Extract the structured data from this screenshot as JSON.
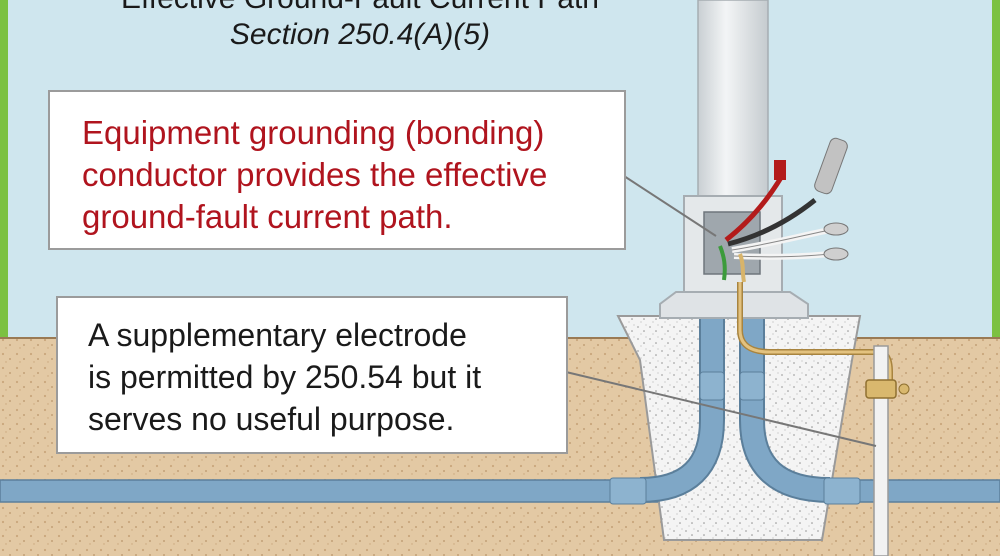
{
  "title": {
    "main": "Effective Ground-Fault Current Path",
    "section": "Section 250.4(A)(5)"
  },
  "callouts": {
    "egc": {
      "lines": [
        "Equipment grounding (bonding)",
        "conductor provides the effective",
        "ground-fault current path."
      ],
      "color": "#b0141e"
    },
    "electrode": {
      "lines": [
        "A supplementary electrode",
        "is permitted by 250.54 but it",
        "serves no useful purpose."
      ],
      "color": "#1a1a1a"
    }
  },
  "colors": {
    "sky": "#cfe6ee",
    "soil": "#e3c9a4",
    "concrete": "#f2f2f2",
    "conduit": "#7fa7c6",
    "pole": "#e9ecee",
    "border": "#7cc142",
    "bonding_wire": "#d8b46a"
  },
  "icons": [
    "light-pole",
    "junction-box",
    "concrete-base",
    "conduit",
    "ground-rod",
    "ground-clamp",
    "wire-bundle"
  ]
}
